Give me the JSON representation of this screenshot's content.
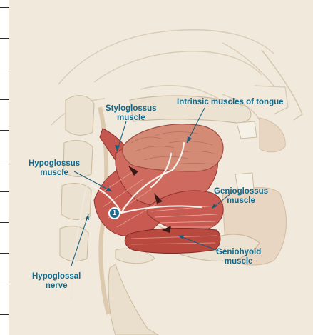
{
  "figure": {
    "labels": {
      "styloglossus": [
        "Styloglossus",
        "muscle"
      ],
      "intrinsic": [
        "Intrinsic muscles of tongue"
      ],
      "hypoglossus": [
        "Hypoglossus",
        "muscle"
      ],
      "genioglossus": [
        "Genioglossus",
        "muscle"
      ],
      "geniohyoid": [
        "Geniohyoid",
        "muscle"
      ],
      "hypoglossal_nerve": [
        "Hypoglossal",
        "nerve"
      ]
    },
    "marker": "1",
    "colors": {
      "label_text": "#0f6a8e",
      "marker_fill": "#1f6e92",
      "muscle": "#c85a52",
      "muscle_dark": "#9a3a35",
      "background": "#f1e9dc",
      "bone": "#ebe2d2",
      "nerve": "#f4f1ea"
    }
  }
}
